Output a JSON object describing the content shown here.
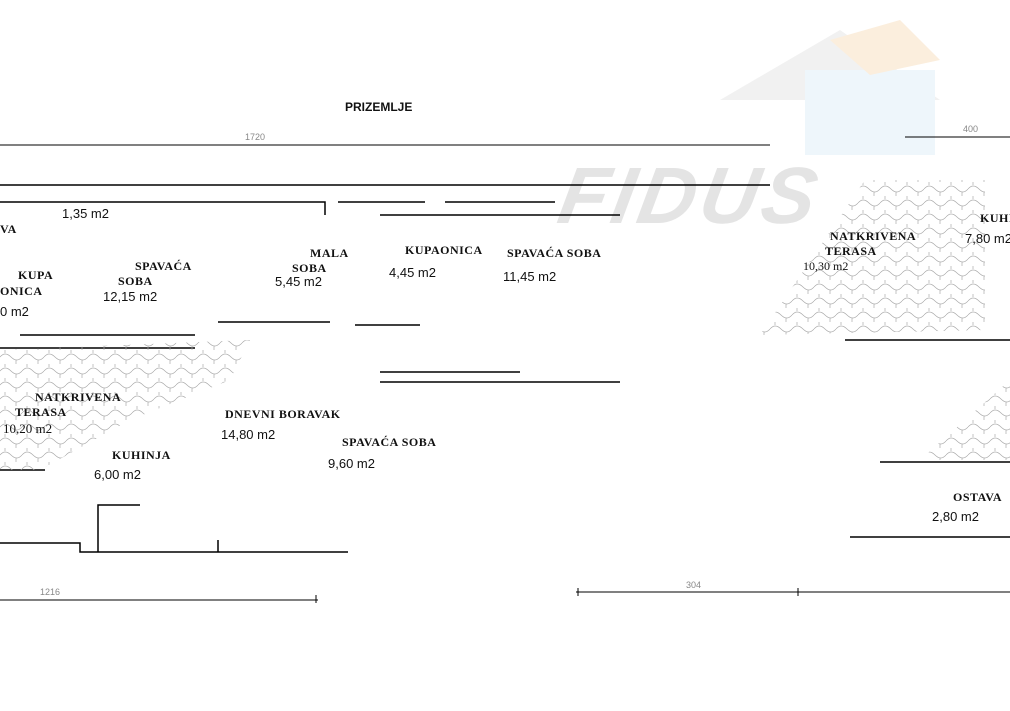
{
  "title": "PRIZEMLJE",
  "watermark": "FIDUS",
  "dimensions": {
    "top_left": "1720",
    "top_right": "400",
    "bottom_left": "1216",
    "bottom_right": "304"
  },
  "rooms": [
    {
      "name": "VA",
      "area": "1,35 m2"
    },
    {
      "name1": "KUPA",
      "name2": "ONICA",
      "area": "0 m2"
    },
    {
      "name1": "SPAVAĆA",
      "name2": "SOBA",
      "area": "12,15 m2"
    },
    {
      "name1": "MALA",
      "name2": "SOBA",
      "area": "5,45 m2"
    },
    {
      "name": "KUPAONICA",
      "area": "4,45 m2"
    },
    {
      "name": "SPAVAĆA SOBA",
      "area": "11,45 m2"
    },
    {
      "name1": "NATKRIVENA",
      "name2": "TERASA",
      "area": "10,20 m2"
    },
    {
      "name": "DNEVNI BORAVAK",
      "area": "14,80 m2"
    },
    {
      "name": "KUHINJA",
      "area": "6,00 m2"
    },
    {
      "name": "SPAVAĆA SOBA",
      "area": "9,60 m2"
    },
    {
      "name1": "NATKRIVENA",
      "name2": "TERASA",
      "area": "10,30 m2"
    },
    {
      "name": "KUHI",
      "area": "7,80 m2"
    },
    {
      "name": "OSTAVA",
      "area": "2,80 m2"
    }
  ]
}
